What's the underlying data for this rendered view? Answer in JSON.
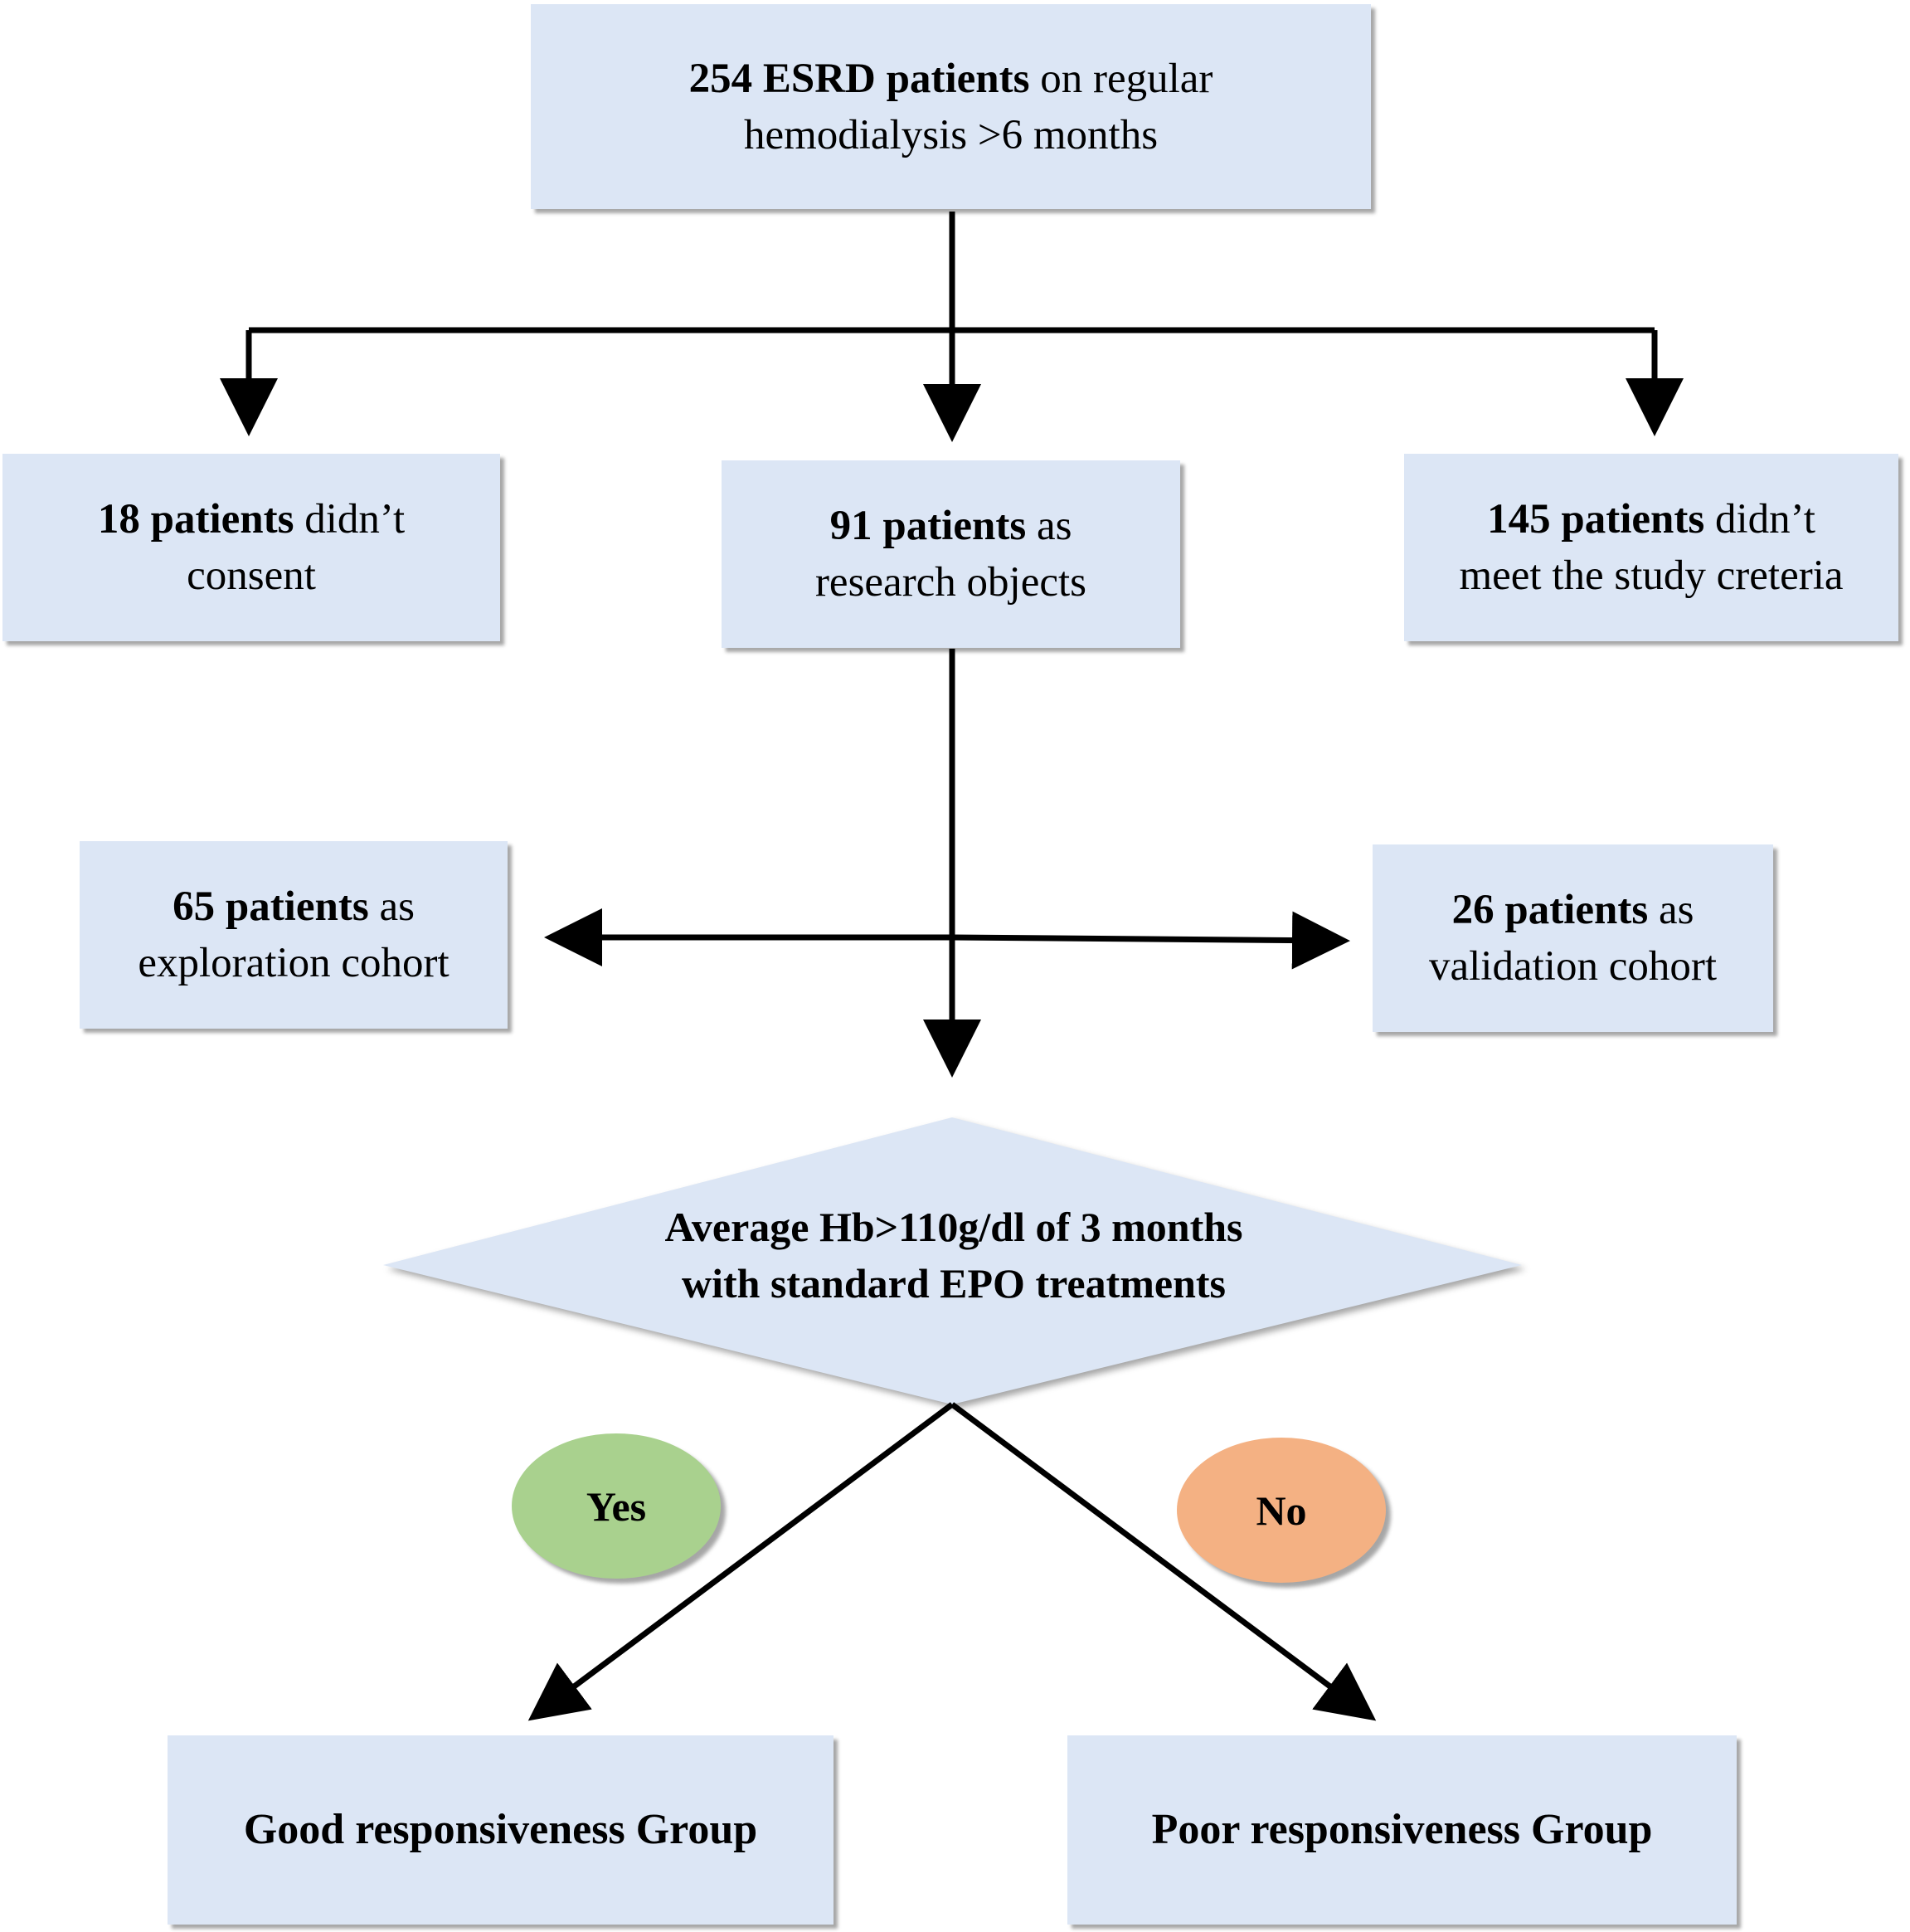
{
  "flowchart": {
    "top": {
      "bold": "254 ESRD patients",
      "rest": " on regular",
      "line2": "hemodialysis  >6 months"
    },
    "left": {
      "bold": "18 patients",
      "rest": " didn’t",
      "line2": "consent"
    },
    "center": {
      "bold": "91 patients",
      "rest": " as",
      "line2": "research objects"
    },
    "right": {
      "bold": "145 patients",
      "rest": " didn’t",
      "line2": "meet the study creteria"
    },
    "exploration": {
      "bold": "65 patients",
      "rest": " as",
      "line2": "exploration cohort"
    },
    "validation": {
      "bold": "26 patients",
      "rest": " as",
      "line2": "validation cohort"
    },
    "decision": {
      "line1": "Average Hb>110g/dl of 3 months",
      "line2": "with  standard EPO treatments"
    },
    "yes_label": "Yes",
    "no_label": "No",
    "good_group": "Good responsiveness Group",
    "poor_group": "Poor responsiveness Group"
  },
  "colors": {
    "box_fill": "#dce6f5",
    "yes_fill": "#a9d18e",
    "no_fill": "#f4b183",
    "arrow": "#000000"
  }
}
